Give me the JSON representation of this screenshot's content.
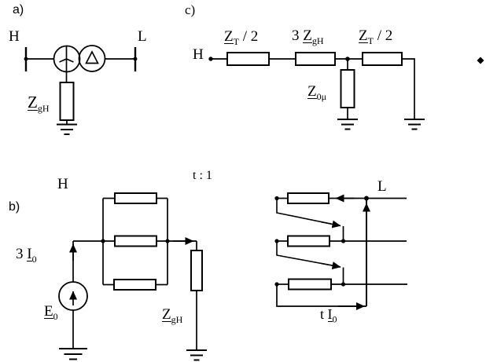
{
  "figure": {
    "description_colors": {
      "ink": "#000000",
      "background": "#ffffff"
    }
  },
  "symbols": {
    "star_winding": "wye-icon",
    "delta_winding": "delta-icon",
    "earth": "ground-icon",
    "node": "junction-dot",
    "current_arrow": "arrowhead-icon",
    "right_margin_marker": "diamond-icon"
  },
  "panel_a": {
    "tag": "a)",
    "h": "H",
    "l": "L",
    "z_gh": {
      "main": "Z",
      "sub": "gH"
    }
  },
  "panel_c": {
    "tag": "c)",
    "h": "H",
    "zt1": {
      "main": "Z",
      "sub": "T",
      "post": " / 2"
    },
    "zg3": {
      "pre": "3 ",
      "main": "Z",
      "sub": "gH"
    },
    "zt2": {
      "main": "Z",
      "sub": "T",
      "post": " / 2"
    },
    "z0": {
      "main": "Z",
      "sub": "0μ"
    }
  },
  "panel_b": {
    "tag": "b)",
    "h": "H",
    "l": "L",
    "ratio": "t : 1",
    "i3": {
      "pre": "3 ",
      "main": "I",
      "sub": "0"
    },
    "e0": {
      "main": "E",
      "sub": "0"
    },
    "z_gh": {
      "main": "Z",
      "sub": "gH"
    },
    "ti0": {
      "pre": "t ",
      "main": "I",
      "sub": "0"
    }
  }
}
